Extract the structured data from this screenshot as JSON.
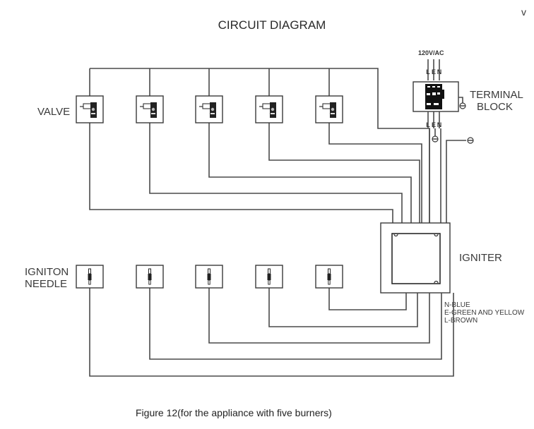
{
  "title": "CIRCUIT DIAGRAM",
  "caption": "Figure 12(for the appliance with five burners)",
  "corner_mark": "v",
  "labels": {
    "valve": "VALVE",
    "ignition_needle_line1": "IGNITON",
    "ignition_needle_line2": "NEEDLE",
    "terminal_block_line1": "TERMINAL",
    "terminal_block_line2": "BLOCK",
    "igniter": "IGNITER",
    "supply": "120V/AC"
  },
  "terminals": {
    "top": [
      "L",
      "E",
      "N"
    ],
    "bottom": [
      "L",
      "E",
      "N"
    ]
  },
  "wire_legend": [
    "N-BLUE",
    "E-GREEN AND YELLOW",
    "L-BROWN"
  ],
  "components": {
    "valves": [
      {
        "id": "valve-1"
      },
      {
        "id": "valve-2"
      },
      {
        "id": "valve-3"
      },
      {
        "id": "valve-4"
      },
      {
        "id": "valve-5"
      }
    ],
    "needles": [
      {
        "id": "needle-1"
      },
      {
        "id": "needle-2"
      },
      {
        "id": "needle-3"
      },
      {
        "id": "needle-4"
      },
      {
        "id": "needle-5"
      }
    ],
    "burner_count": 5
  }
}
